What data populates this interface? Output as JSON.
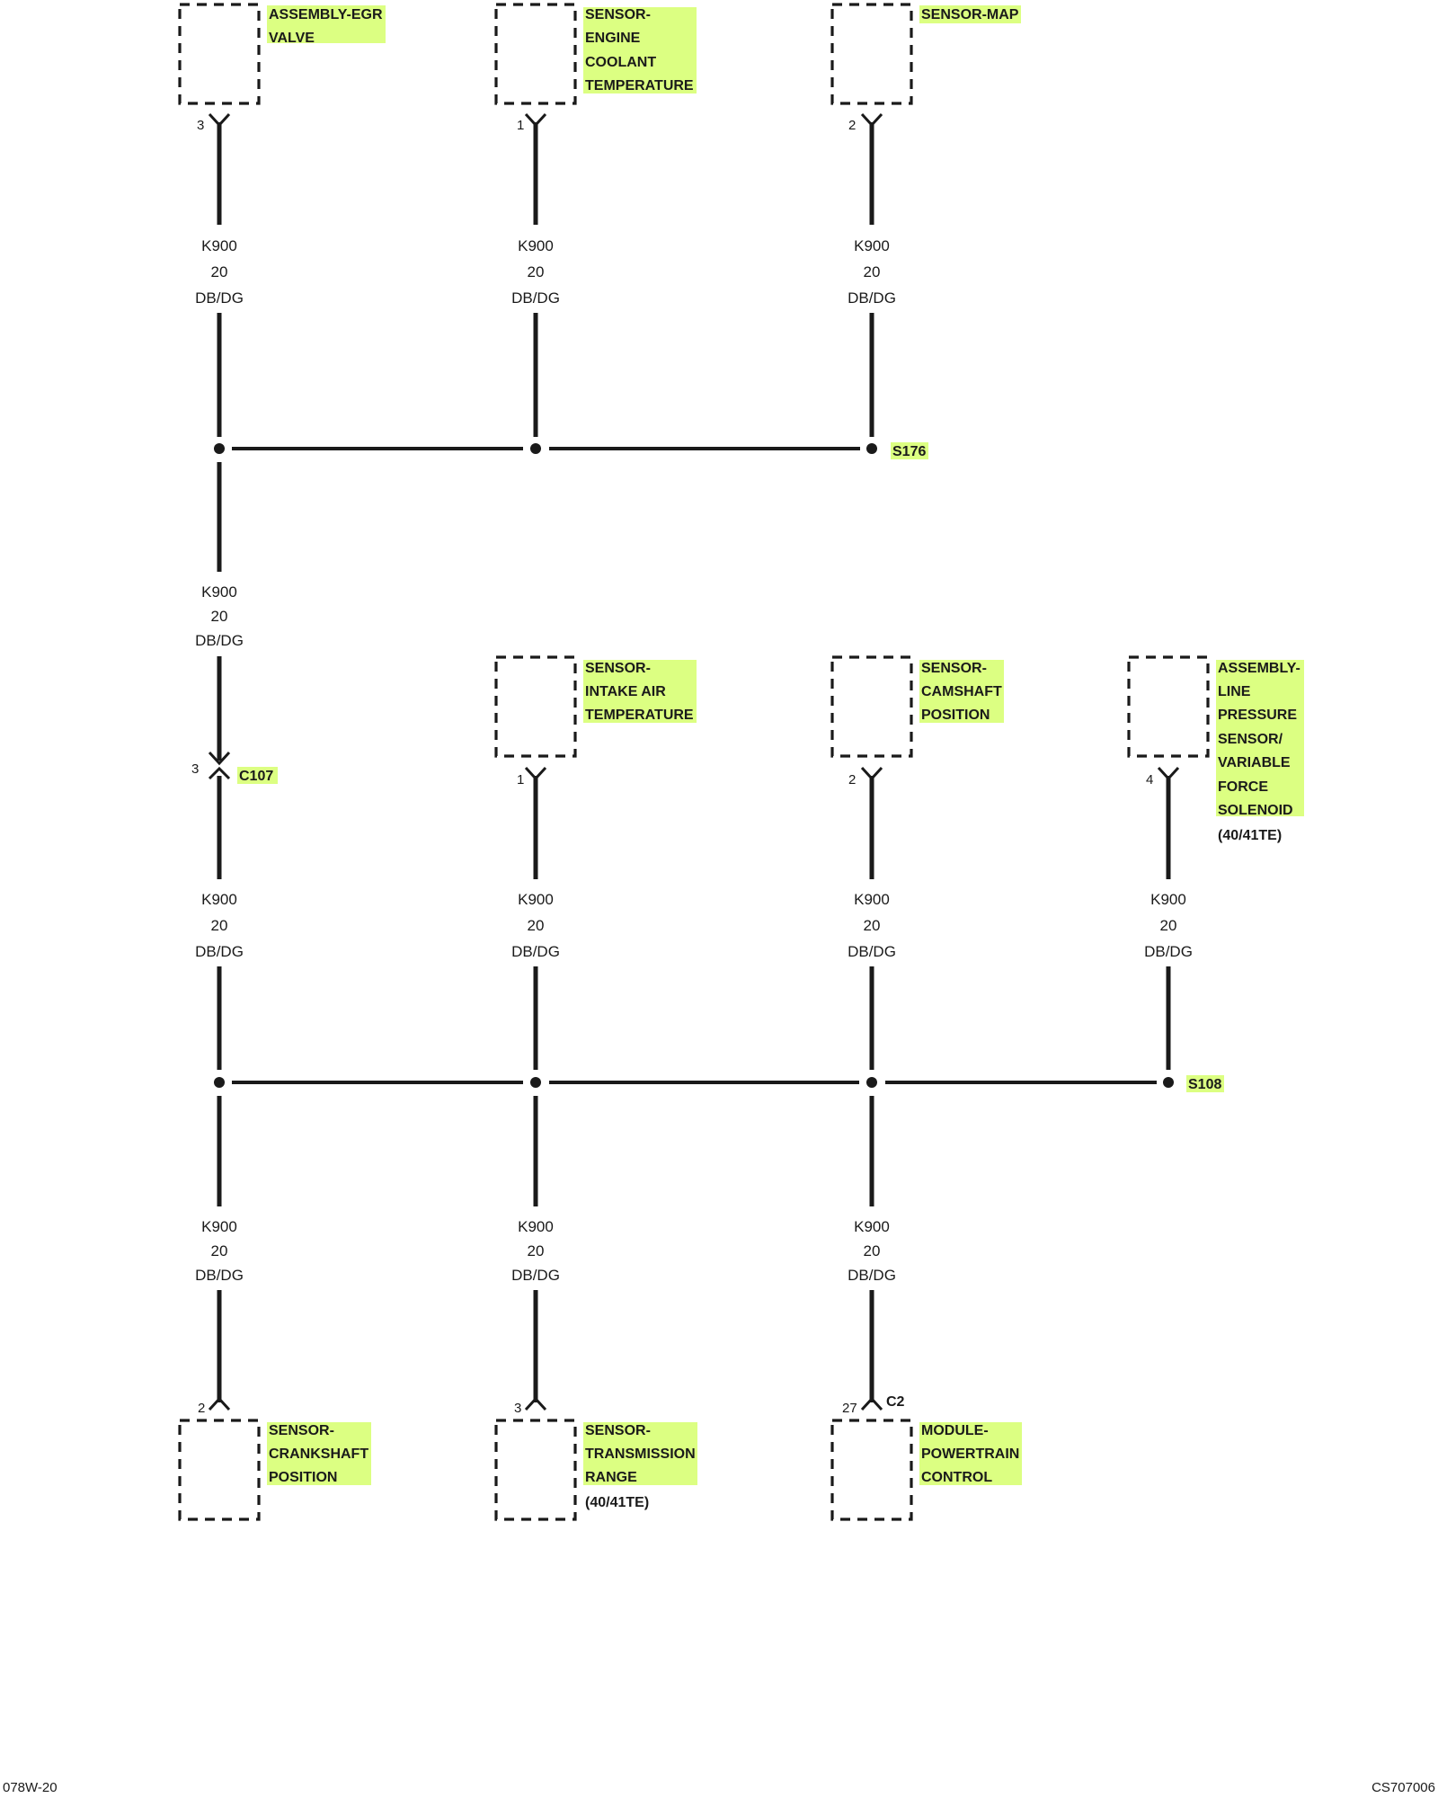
{
  "wire_label": {
    "circuit": "K900",
    "gauge": "20",
    "color": "DB/DG"
  },
  "components": {
    "egr_valve": {
      "lines": [
        "ASSEMBLY-EGR",
        "VALVE"
      ],
      "pin": "3"
    },
    "ect_sensor": {
      "lines": [
        "SENSOR-",
        "ENGINE",
        "COOLANT",
        "TEMPERATURE"
      ],
      "pin": "1"
    },
    "map_sensor": {
      "lines": [
        "SENSOR-MAP"
      ],
      "pin": "2"
    },
    "iat_sensor": {
      "lines": [
        "SENSOR-",
        "INTAKE AIR",
        "TEMPERATURE"
      ],
      "pin": "1"
    },
    "cmp_sensor": {
      "lines": [
        "SENSOR-",
        "CAMSHAFT",
        "POSITION"
      ],
      "pin": "2"
    },
    "lps_vfs": {
      "lines": [
        "ASSEMBLY-",
        "LINE",
        "PRESSURE",
        "SENSOR/",
        "VARIABLE",
        "FORCE",
        "SOLENOID"
      ],
      "note": "(40/41TE)",
      "pin": "4"
    },
    "ckp_sensor": {
      "lines": [
        "SENSOR-",
        "CRANKSHAFT",
        "POSITION"
      ],
      "pin": "2"
    },
    "trs_sensor": {
      "lines": [
        "SENSOR-",
        "TRANSMISSION",
        "RANGE"
      ],
      "note": "(40/41TE)",
      "pin": "3"
    },
    "pcm": {
      "lines": [
        "MODULE-",
        "POWERTRAIN",
        "CONTROL"
      ],
      "pin": "27",
      "connector": "C2"
    }
  },
  "splices": {
    "upper": "S176",
    "lower": "S108"
  },
  "inline_connector": {
    "name": "C107",
    "pin": "3"
  },
  "footer": {
    "left": "078W-20",
    "right": "CS707006"
  },
  "colors": {
    "highlight": "#dcff82",
    "ink": "#1a1a1a"
  }
}
